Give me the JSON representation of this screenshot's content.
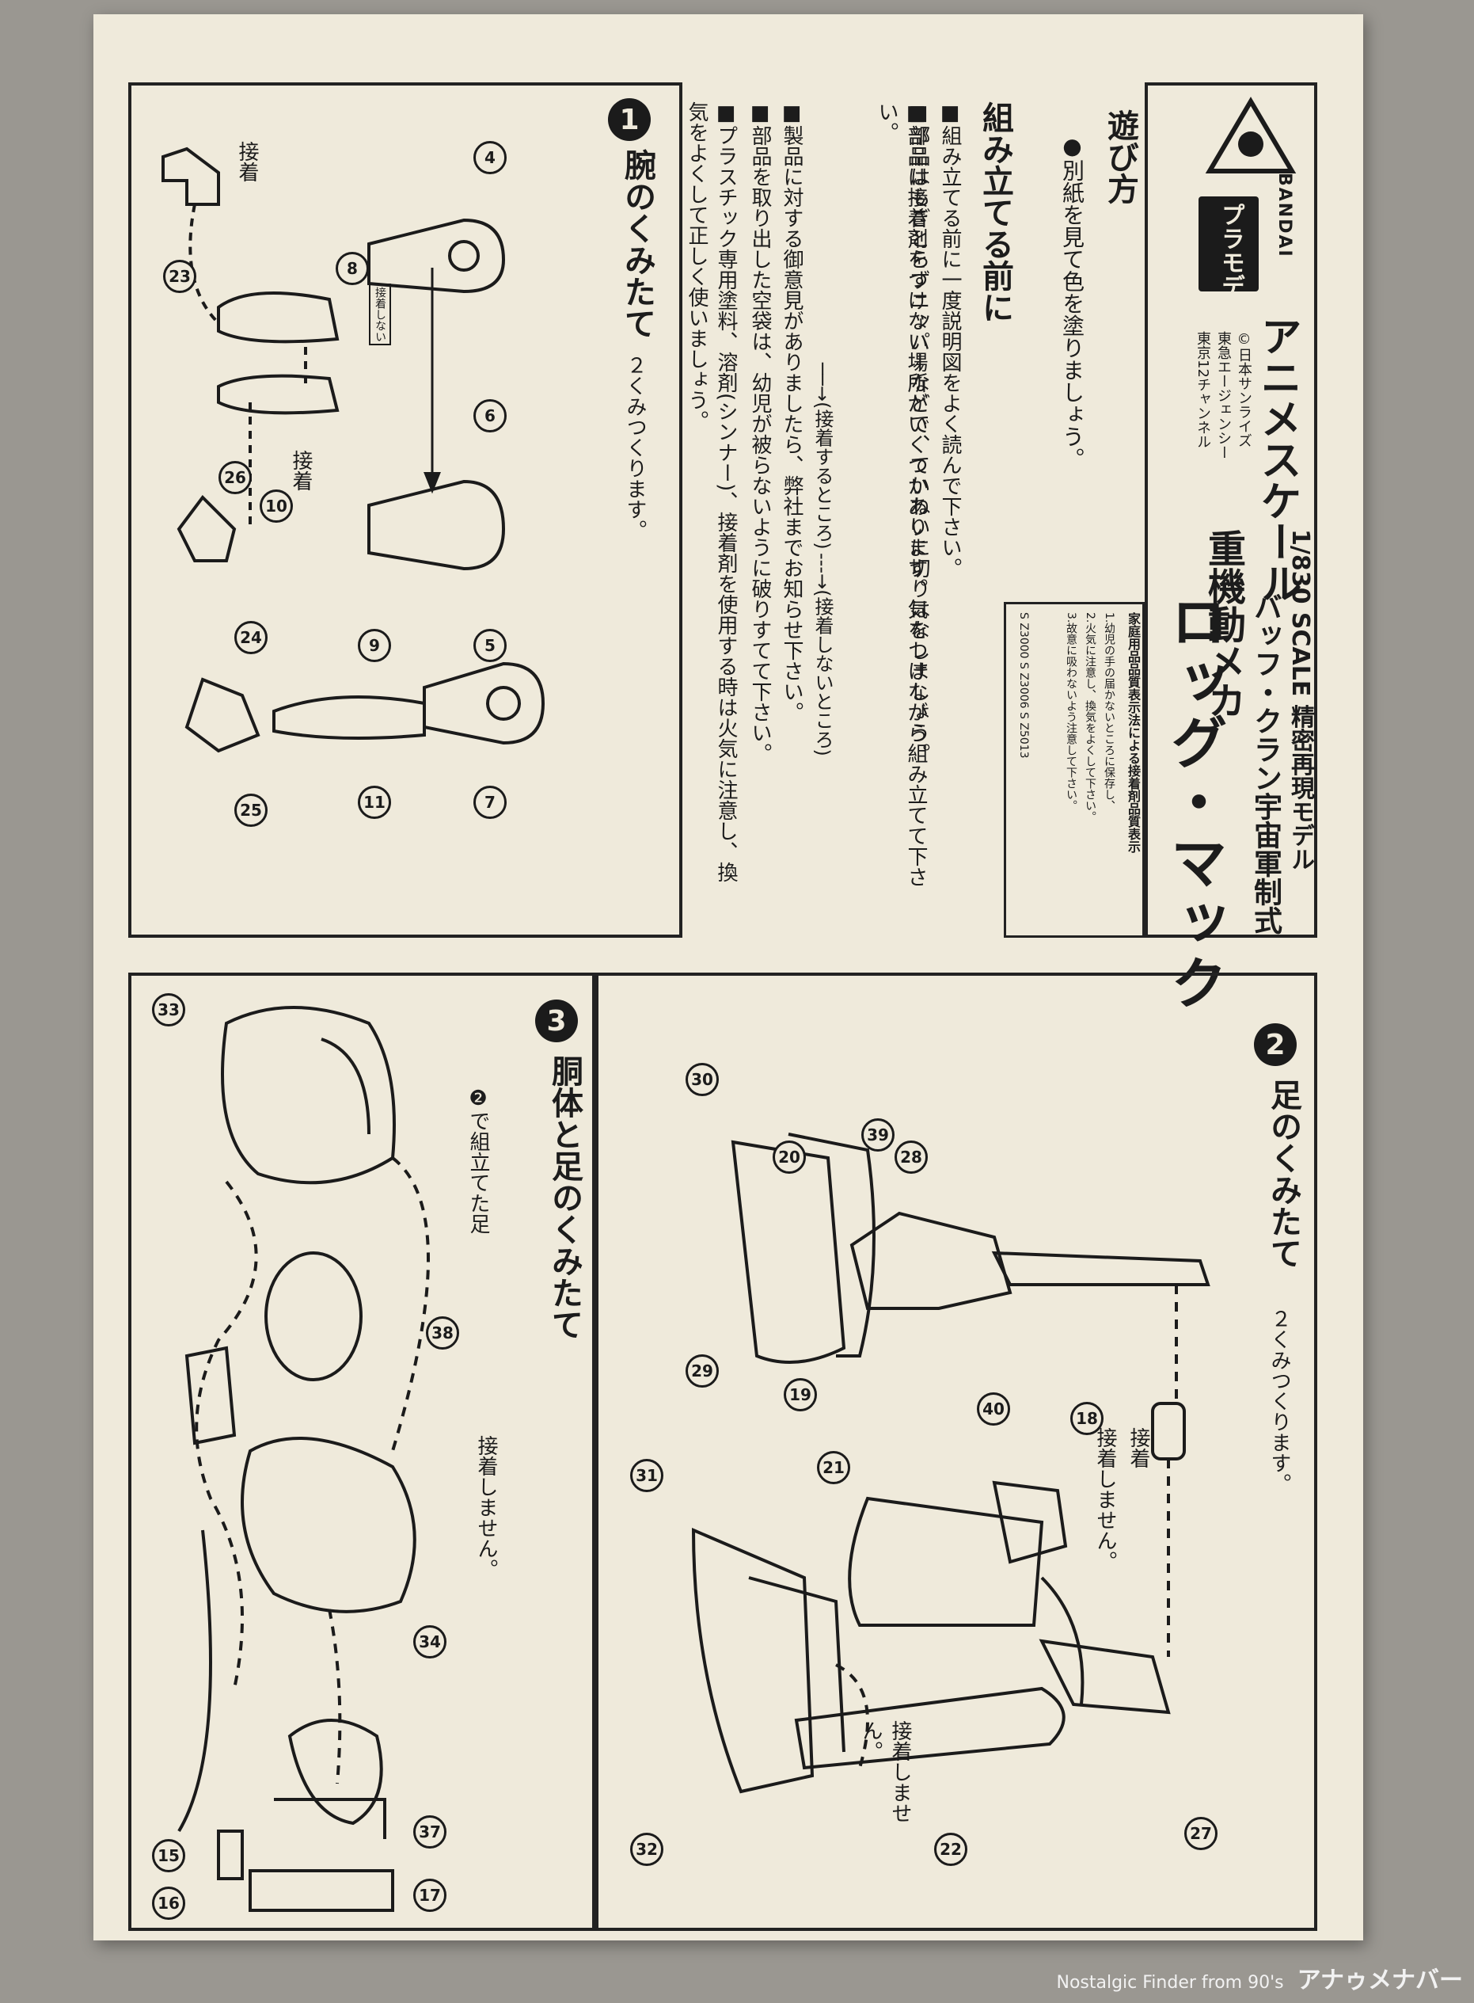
{
  "header": {
    "brand": "BANDAI",
    "plamodel": "プラモデル",
    "series": "アニメスケール",
    "scale": "1/830 SCALE 精密再現モデル",
    "subtitle": "バッフ・クラン宇宙軍制式",
    "mecha_type": "重機動メカ",
    "product": "ロッグ・マック",
    "copyright": "©日本サンライズ",
    "agency": "東急エージェンシー",
    "channel": "東京12チャンネル",
    "safety_title": "家庭用品品質表示法による接着剤品質表示",
    "safety_lines": [
      "1.幼児の手の届かないところに保存し、",
      "2.火気に注意し、換気をよくして下さい。",
      "3.故意に吸わないよう注意して下さい。"
    ],
    "safety_codes": "S Z3000  S Z3006  S Z5013"
  },
  "howto": {
    "title": "遊び方",
    "text": "●別紙を見て色を塗りましょう。"
  },
  "before": {
    "title": "組み立てる前に",
    "items": [
      "■組み立てる前に一度説明図をよく読んで下さい。",
      "■部品はもぎとらずニッパーなどで、ていねいに切りはなしましょう。",
      "■部品は接着剤をつけない場所がいくつかあります。気をつけながら組み立てて下さい。",
      "■製品に対する御意見がありましたら、弊社までお知らせ下さい。",
      "■部品を取り出した空袋は、幼児が被らないように破りすてて下さい。",
      "■プラスチック専用塗料、溶剤(シンナー)、接着剤を使用する時は火気に注意し、換気をよくして正しく使いましょう。"
    ],
    "legend_glue": "──→(接着するところ)",
    "legend_noglue": "‐‐‐→(接着しないところ)"
  },
  "step1": {
    "num": "1",
    "title": "腕のくみたて",
    "note": "２くみつくります。",
    "glue_label": "接着",
    "noglue_tag": "接着しない",
    "parts": [
      "4",
      "8",
      "10",
      "23",
      "26",
      "6",
      "5",
      "7",
      "9",
      "11",
      "24",
      "25"
    ]
  },
  "step2": {
    "num": "2",
    "title": "足のくみたて",
    "note": "２くみつくります。",
    "glue_label": "接着",
    "noglue_label": "接着しません。",
    "noglue_label2": "接着しません。",
    "parts": [
      "30",
      "20",
      "29",
      "19",
      "39",
      "28",
      "18",
      "40",
      "21",
      "31",
      "27",
      "22",
      "32"
    ]
  },
  "step3": {
    "num": "3",
    "title": "胴体と足のくみたて",
    "note": "❷で組立てた足",
    "noglue_label": "接着しません。",
    "parts": [
      "33",
      "38",
      "34",
      "37",
      "15",
      "16",
      "17"
    ]
  },
  "footer": {
    "text": "Nostalgic Finder from 90's",
    "logo": "アナゥメナバー"
  }
}
